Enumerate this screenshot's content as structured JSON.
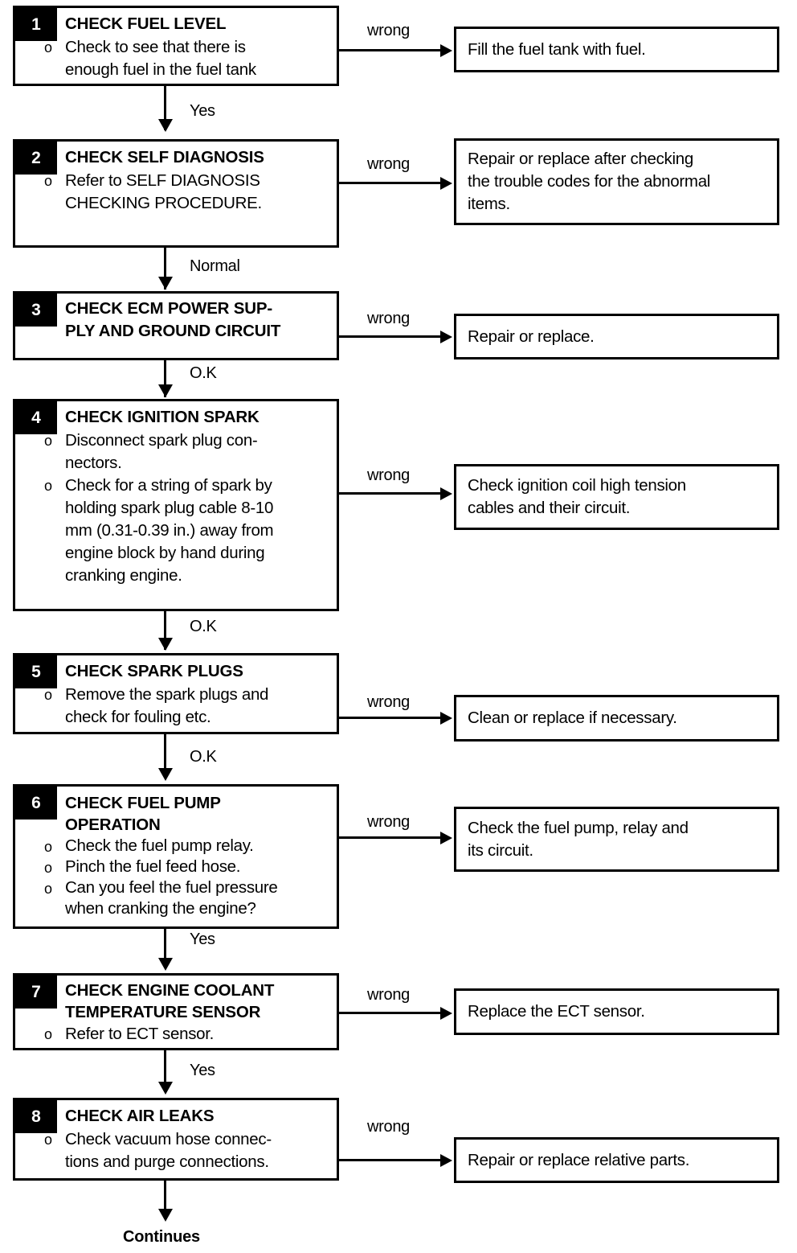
{
  "diagram": {
    "kind": "troubleshooting-flowchart",
    "end_label": "Continues",
    "branch_label": "wrong",
    "colors": {
      "line": "#000000",
      "box_fill": "#ffffff",
      "badge_fill": "#000000",
      "badge_text": "#ffffff"
    }
  },
  "steps": [
    {
      "number": "1",
      "title": "CHECK FUEL LEVEL",
      "bullets": [
        "Check to see that there is\nenough fuel in the fuel tank"
      ],
      "bullet_marker": "o",
      "branch_label": "wrong",
      "result": "Fill the fuel tank with fuel.",
      "next_label": "Yes"
    },
    {
      "number": "2",
      "title": "CHECK SELF DIAGNOSIS",
      "bullets": [
        "Refer to SELF DIAGNOSIS\nCHECKING PROCEDURE."
      ],
      "bullet_marker": "o",
      "branch_label": "wrong",
      "result": "Repair or replace after checking\nthe trouble codes for the abnormal\nitems.",
      "next_label": "Normal"
    },
    {
      "number": "3",
      "title": "CHECK ECM POWER SUP-\nPLY AND GROUND CIRCUIT",
      "bullets": [],
      "bullet_marker": "o",
      "branch_label": "wrong",
      "result": "Repair or replace.",
      "next_label": "O.K"
    },
    {
      "number": "4",
      "title": "CHECK IGNITION SPARK",
      "bullets": [
        "Disconnect spark plug con-\nnectors.",
        "Check for a string of spark by\nholding spark plug cable 8-10\nmm (0.31-0.39 in.) away from\nengine block by hand during\ncranking engine."
      ],
      "bullet_marker": "o",
      "branch_label": "wrong",
      "result": "Check ignition coil high tension\ncables and their circuit.",
      "next_label": "O.K"
    },
    {
      "number": "5",
      "title": "CHECK SPARK PLUGS",
      "bullets": [
        "Remove the spark plugs and\ncheck for fouling etc."
      ],
      "bullet_marker": "o",
      "branch_label": "wrong",
      "result": "Clean or replace if necessary.",
      "next_label": "O.K"
    },
    {
      "number": "6",
      "title": "CHECK FUEL PUMP\nOPERATION",
      "bullets": [
        "Check the fuel pump relay.",
        "Pinch the fuel feed hose.",
        "Can you feel the fuel pressure\nwhen cranking the engine?"
      ],
      "bullet_marker": "o",
      "branch_label": "wrong",
      "result": "Check the fuel pump, relay and\nits circuit.",
      "next_label": "Yes"
    },
    {
      "number": "7",
      "title": "CHECK ENGINE COOLANT\nTEMPERATURE SENSOR",
      "bullets": [
        "Refer to ECT sensor."
      ],
      "bullet_marker": "o",
      "branch_label": "wrong",
      "result": "Replace the ECT sensor.",
      "next_label": "Yes"
    },
    {
      "number": "8",
      "title": "CHECK AIR LEAKS",
      "bullets": [
        "Check vacuum hose connec-\ntions and purge connections."
      ],
      "bullet_marker": "o",
      "branch_label": "wrong",
      "result": "Repair or replace relative parts.",
      "next_label": ""
    }
  ]
}
